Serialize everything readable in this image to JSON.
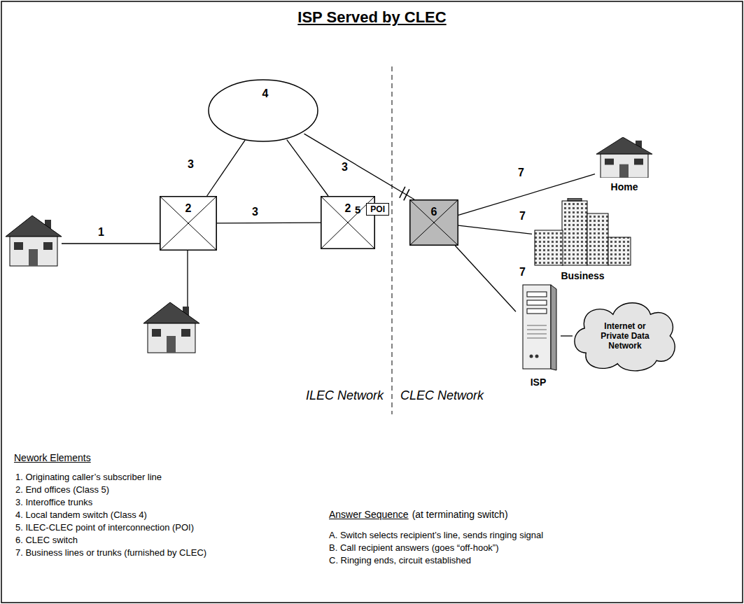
{
  "diagram": {
    "title": "ISP Served by CLEC",
    "nodes": [
      {
        "text": [
          "4"
        ]
      },
      {
        "text": [
          "2"
        ]
      },
      {
        "text": [
          "2"
        ]
      },
      {
        "text": [
          "5",
          "POI"
        ]
      },
      {
        "text": [
          "6"
        ]
      },
      {
        "text": [
          "Home"
        ]
      },
      {
        "text": [
          "Business"
        ]
      },
      {
        "text": [
          "ISP"
        ]
      },
      {
        "text": [
          "Internet or Private Data Network"
        ]
      }
    ],
    "edges": [
      {
        "from": 1,
        "to": 0,
        "label": "3",
        "arrow": "none"
      },
      {
        "from": 1,
        "to": 2,
        "label": "3",
        "arrow": "none"
      },
      {
        "from": 2,
        "to": 0,
        "label": "3",
        "arrow": "none"
      },
      {
        "from": 0,
        "to": 4,
        "arrow": "none"
      },
      {
        "from": 4,
        "to": 5,
        "label": "7",
        "arrow": "none"
      },
      {
        "from": 4,
        "to": 6,
        "label": "7",
        "arrow": "none"
      },
      {
        "from": 4,
        "to": 7,
        "label": "7",
        "arrow": "none"
      },
      {
        "from": 7,
        "to": 8,
        "arrow": "none"
      }
    ],
    "labels": [
      "1",
      "ILEC Network",
      "CLEC Network",
      "Nework Elements",
      "1. Originating caller’s subscriber line",
      "2. End offices (Class 5)",
      "3. Interoffice trunks",
      "4. Local tandem switch (Class 4)",
      "5. ILEC-CLEC point of interconnection (POI)",
      "6. CLEC switch",
      "7. Business lines or trunks (furnished by CLEC)",
      "Answer Sequence",
      "(at terminating switch)",
      "A. Switch selects recipient’s line, sends ringing signal",
      "B. Call recipient answers (goes “off-hook”)",
      "C. Ringing ends, circuit established"
    ]
  }
}
